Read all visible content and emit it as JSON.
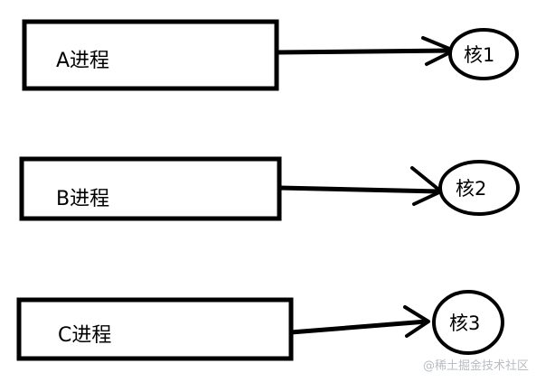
{
  "processes": [
    {
      "label": "A进程",
      "core": "核1"
    },
    {
      "label": "B进程",
      "core": "核2"
    },
    {
      "label": "C进程",
      "core": "核3"
    }
  ],
  "watermark": "@稀土掘金技术社区",
  "colors": {
    "stroke": "#000000",
    "background": "#ffffff",
    "watermark": "#b9bcc2"
  }
}
